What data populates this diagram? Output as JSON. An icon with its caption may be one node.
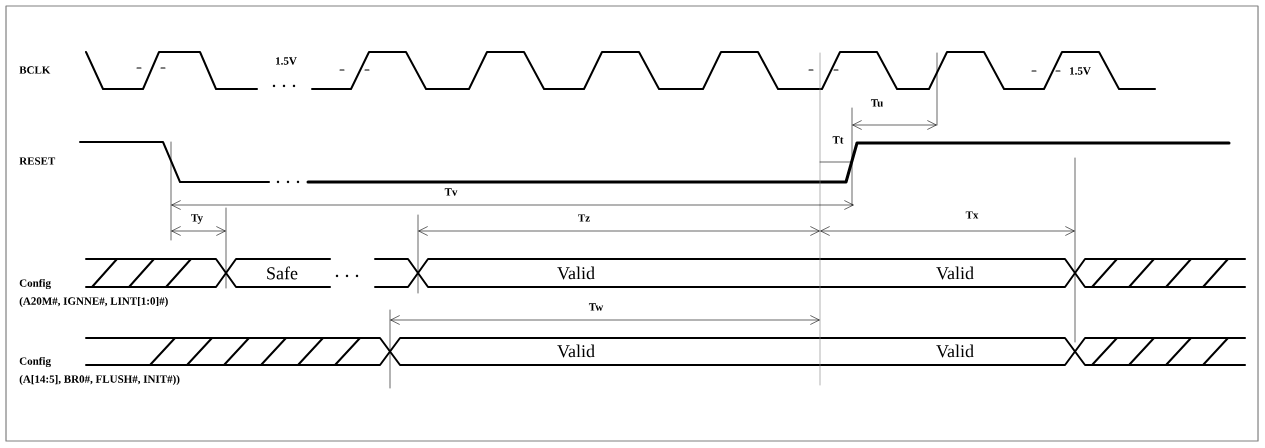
{
  "diagram": {
    "labels": [
      "BCLK",
      "1.5V",
      "1.5V",
      "Tu",
      "RESET",
      "Tt",
      "Tv",
      "Ty",
      "Tz",
      "Tx",
      "Config",
      "Safe",
      "Valid",
      "Valid",
      "(A20M#, IGNNE#, LINT[1:0]#)",
      "Tw",
      "Config",
      "Valid",
      "Valid",
      "(A[14:5], BR0#, FLUSH#, INIT#))"
    ]
  }
}
